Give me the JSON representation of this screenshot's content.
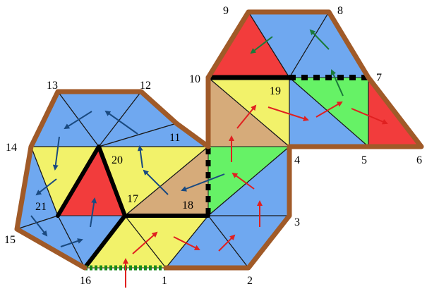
{
  "colors": {
    "blue": "#6fa8f0",
    "yellow": "#f2f26a",
    "red": "#f23c3c",
    "tan": "#d6ab7a",
    "green": "#66f266",
    "border": "#a05a28",
    "edge": "#1a1a1a",
    "thick": "#000000",
    "arrow_red": "#e02020",
    "arrow_blue": "#1a4a80",
    "arrow_green": "#1a7a3a",
    "dotted_green": "#1a8a1a"
  },
  "vertices": [
    {
      "id": "1",
      "label": "1"
    },
    {
      "id": "2",
      "label": "2"
    },
    {
      "id": "3",
      "label": "3"
    },
    {
      "id": "4",
      "label": "4"
    },
    {
      "id": "5",
      "label": "5"
    },
    {
      "id": "6",
      "label": "6"
    },
    {
      "id": "7",
      "label": "7"
    },
    {
      "id": "8",
      "label": "8"
    },
    {
      "id": "9",
      "label": "9"
    },
    {
      "id": "10",
      "label": "10"
    },
    {
      "id": "11",
      "label": "11"
    },
    {
      "id": "12",
      "label": "12"
    },
    {
      "id": "13",
      "label": "13"
    },
    {
      "id": "14",
      "label": "14"
    },
    {
      "id": "15",
      "label": "15"
    },
    {
      "id": "16",
      "label": "16"
    },
    {
      "id": "17",
      "label": "17"
    },
    {
      "id": "18",
      "label": "18"
    },
    {
      "id": "19",
      "label": "19"
    },
    {
      "id": "20",
      "label": "20"
    },
    {
      "id": "21",
      "label": "21"
    }
  ]
}
